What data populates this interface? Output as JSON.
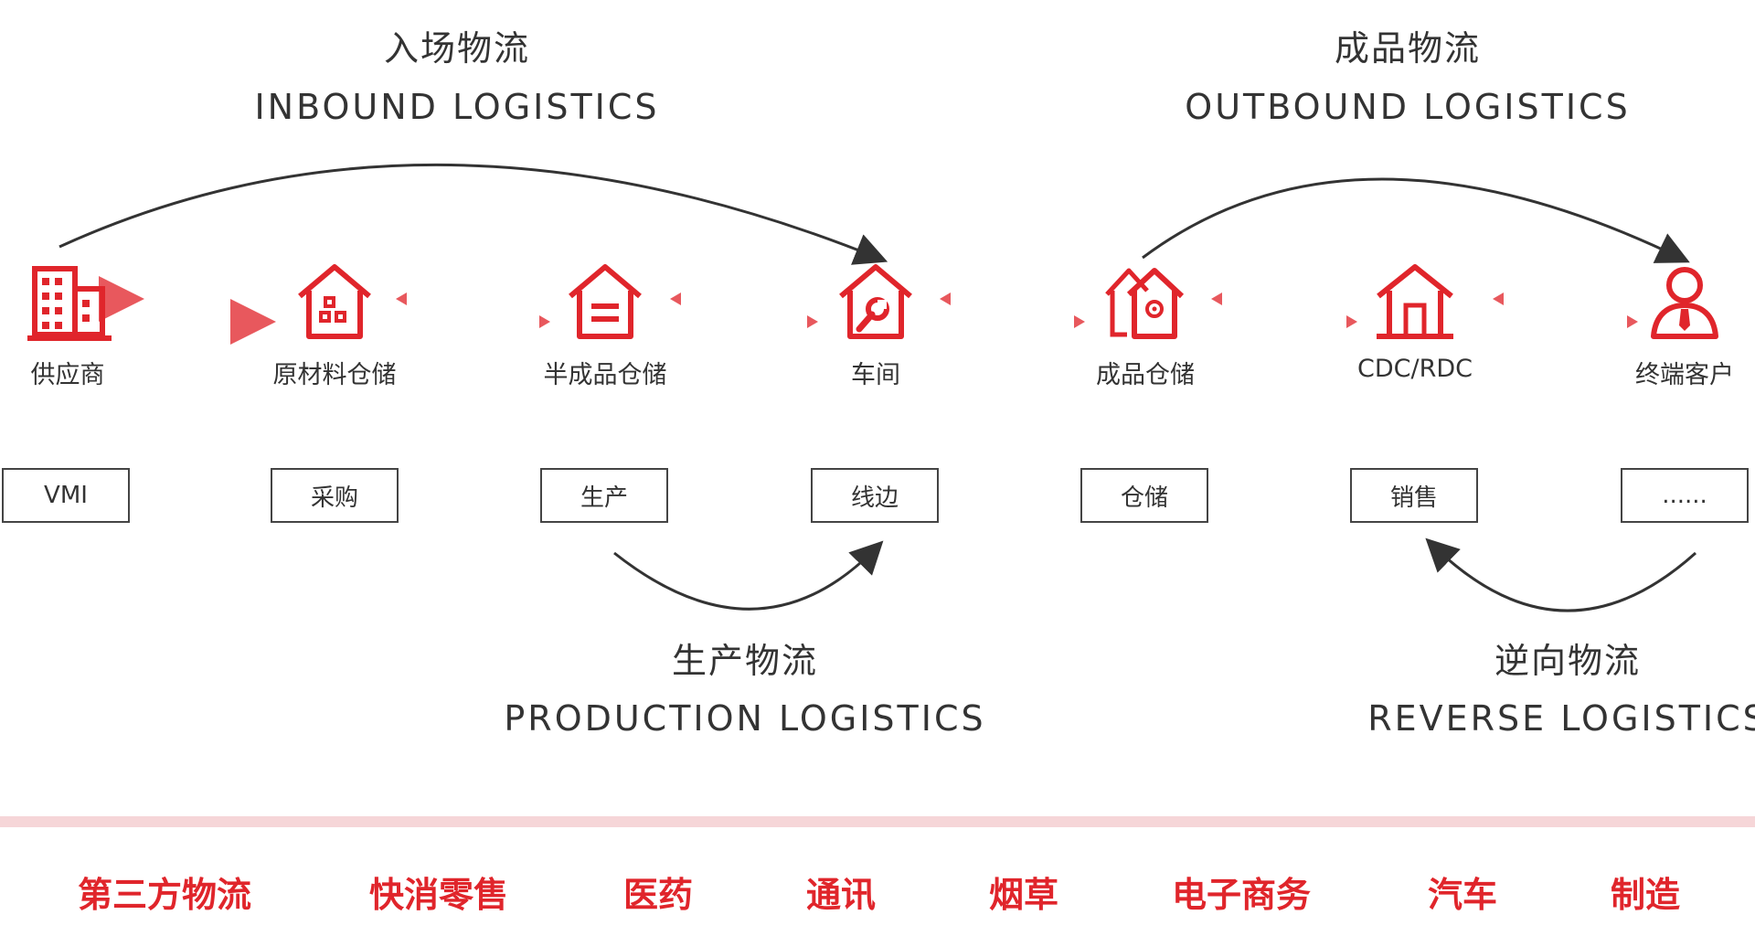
{
  "sections": {
    "inbound": {
      "cn": "入场物流",
      "en": "INBOUND LOGISTICS"
    },
    "outbound": {
      "cn": "成品物流",
      "en": "OUTBOUND LOGISTICS"
    },
    "production": {
      "cn": "生产物流",
      "en": "PRODUCTION LOGISTICS"
    },
    "reverse": {
      "cn": "逆向物流",
      "en": "REVERSE LOGISTICS"
    }
  },
  "nodes": [
    {
      "label": "供应商",
      "icon": "building-icon"
    },
    {
      "label": "原材料仓储",
      "icon": "warehouse-boxes-icon"
    },
    {
      "label": "半成品仓储",
      "icon": "warehouse-list-icon"
    },
    {
      "label": "车间",
      "icon": "workshop-wrench-icon"
    },
    {
      "label": "成品仓储",
      "icon": "warehouse-gear-icon"
    },
    {
      "label": "CDC/RDC",
      "icon": "distribution-center-icon"
    },
    {
      "label": "终端客户",
      "icon": "customer-icon"
    }
  ],
  "boxes": [
    "VMI",
    "采购",
    "生产",
    "线边",
    "仓储",
    "销售",
    "......"
  ],
  "industries": [
    "第三方物流",
    "快消零售",
    "医药",
    "通讯",
    "烟草",
    "电子商务",
    "汽车",
    "制造"
  ],
  "colors": {
    "accent": "#e0252b",
    "arrow": "#e8585d",
    "text": "#333333",
    "divider": "#f6d6d8"
  }
}
